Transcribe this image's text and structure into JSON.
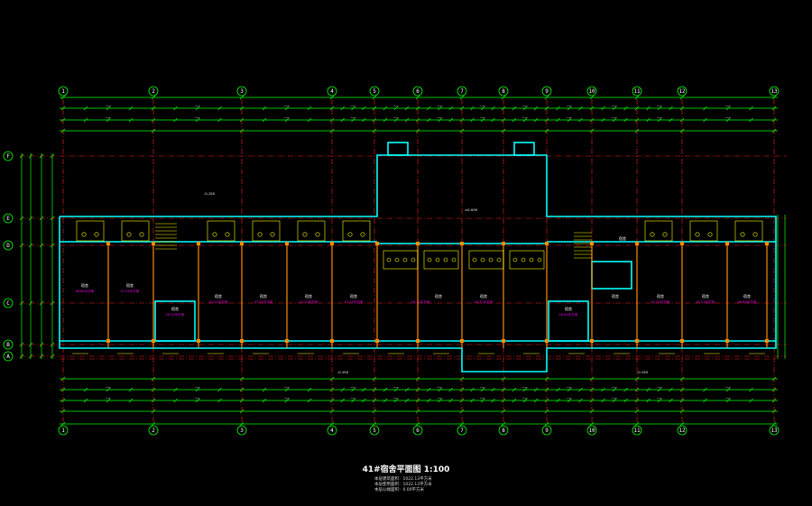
{
  "drawing": {
    "title": "41#宿舍平面图 1:100",
    "notes": [
      "本层建筑面积：1022.13平方米",
      "本层使用面积：1022.13平方米",
      "本层公摊面积：0.00平方米"
    ],
    "grid_axes_horizontal": [
      "1",
      "2",
      "3",
      "4",
      "5",
      "6",
      "7",
      "8",
      "9",
      "10",
      "11",
      "12",
      "13"
    ],
    "grid_axes_vertical": [
      "F",
      "E",
      "D",
      "C",
      "B",
      "A"
    ],
    "room_labels": [
      "宿舍",
      "宿舍",
      "宿舍",
      "宿舍",
      "宿舍",
      "宿舍",
      "宿舍",
      "宿舍",
      "宿舍",
      "宿舍",
      "宿舍",
      "宿舍",
      "宿舍",
      "宿舍",
      "宿舍"
    ],
    "area_labels": [
      "48.60平方米",
      "47.25平方米",
      "47.25平方米",
      "47.25平方米",
      "47.25平方米",
      "47.25平方米",
      "34.71平方米",
      "34.71平方米",
      "47.25平方米",
      "47.25平方米",
      "48.60平方米",
      "20.10平方米",
      "18.00平方米"
    ],
    "elevation_labels": [
      "-0.150",
      "-0.150",
      "-0.150",
      "±0.000"
    ],
    "colors": {
      "background": "#000000",
      "dimension": "#00ff00",
      "axis": "#ff2020",
      "wall": "#00ffff",
      "column": "#ff8c00",
      "area_text": "#ff00ff",
      "text": "#ffffff",
      "fixture": "#ffff00"
    }
  }
}
